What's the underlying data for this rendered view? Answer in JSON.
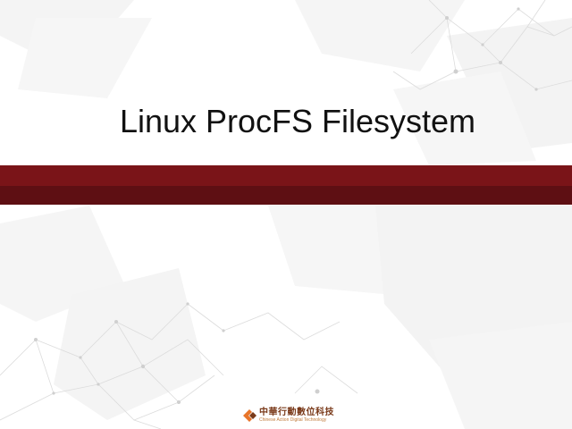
{
  "slide": {
    "title": "Linux ProcFS Filesystem"
  },
  "logo": {
    "icon": "company-logo-icon",
    "chinese_name": "中華行動數位科技",
    "english_name": "Chinese Action Digital Technology"
  },
  "colors": {
    "band_top": "#7a1418",
    "band_bottom": "#5e0f13",
    "title_text": "#111111",
    "background_shapes": "#f2f2f2",
    "network_lines": "#dcdcdc",
    "logo_orange": "#e8752a",
    "logo_brown": "#7a3a1a"
  }
}
